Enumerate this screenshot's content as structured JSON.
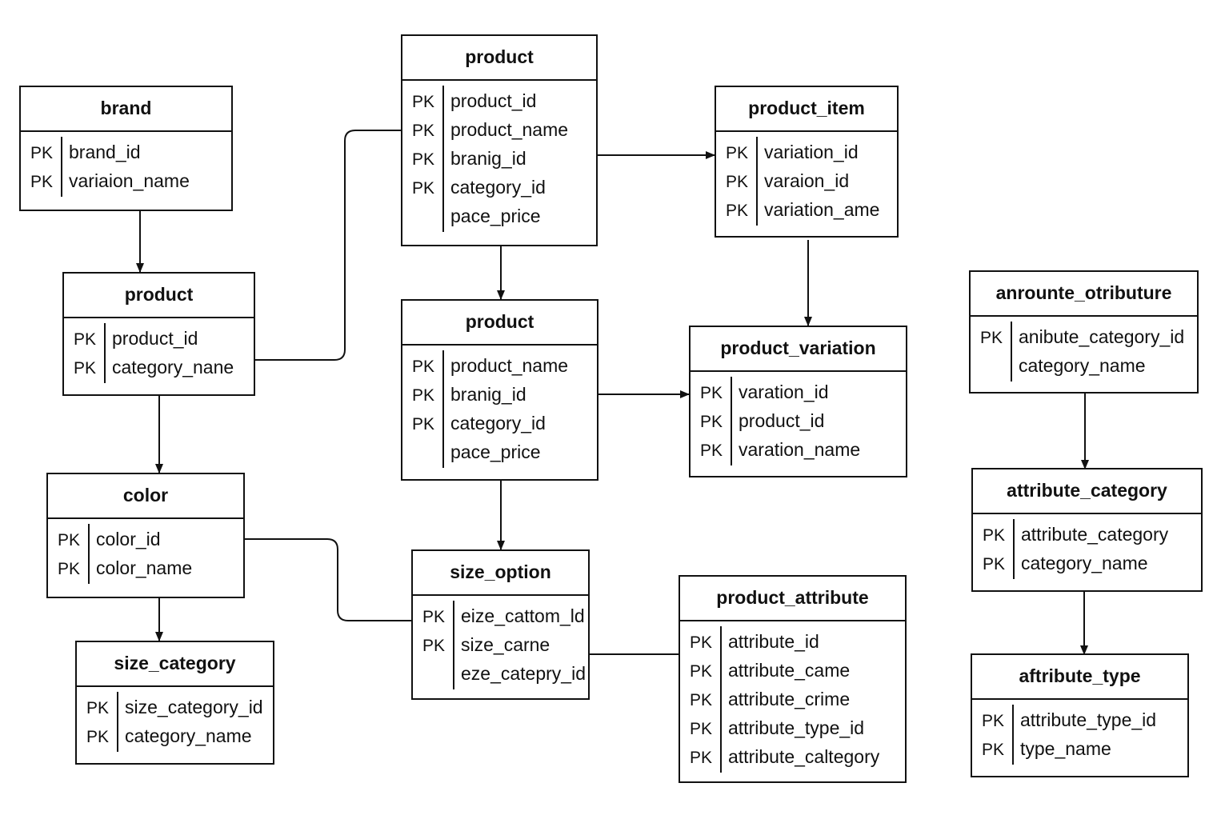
{
  "entities": {
    "brand": {
      "title": "brand",
      "fields": [
        {
          "key": "PK",
          "name": "brand_id"
        },
        {
          "key": "PK",
          "name": "variaion_name"
        }
      ]
    },
    "product_mid": {
      "title": "product",
      "fields": [
        {
          "key": "PK",
          "name": "product_id"
        },
        {
          "key": "PK",
          "name": "category_nane"
        }
      ]
    },
    "color": {
      "title": "color",
      "fields": [
        {
          "key": "PK",
          "name": "color_id"
        },
        {
          "key": "PK",
          "name": "color_name"
        }
      ]
    },
    "size_category": {
      "title": "size_category",
      "fields": [
        {
          "key": "PK",
          "name": "size_category_id"
        },
        {
          "key": "PK",
          "name": "category_name"
        }
      ]
    },
    "product_top": {
      "title": "product",
      "fields": [
        {
          "key": "PK",
          "name": "product_id"
        },
        {
          "key": "PK",
          "name": "product_name"
        },
        {
          "key": "PK",
          "name": "branig_id"
        },
        {
          "key": "PK",
          "name": "category_id"
        },
        {
          "key": "",
          "name": "pace_price"
        }
      ]
    },
    "product_center": {
      "title": "product",
      "fields": [
        {
          "key": "PK",
          "name": "product_name"
        },
        {
          "key": "PK",
          "name": "branig_id"
        },
        {
          "key": "PK",
          "name": "category_id"
        },
        {
          "key": "",
          "name": "pace_price"
        }
      ]
    },
    "size_option": {
      "title": "size_option",
      "fields": [
        {
          "key": "PK",
          "name": "eize_cattom_ld"
        },
        {
          "key": "PK",
          "name": "size_carne"
        },
        {
          "key": "",
          "name": "eze_catepry_id"
        }
      ]
    },
    "product_item": {
      "title": "product_item",
      "fields": [
        {
          "key": "PK",
          "name": "variation_id"
        },
        {
          "key": "PK",
          "name": "varaion_id"
        },
        {
          "key": "PK",
          "name": "variation_ame"
        }
      ]
    },
    "product_variation": {
      "title": "product_variation",
      "fields": [
        {
          "key": "PK",
          "name": "varation_id"
        },
        {
          "key": "PK",
          "name": "product_id"
        },
        {
          "key": "PK",
          "name": "varation_name"
        }
      ]
    },
    "product_attribute": {
      "title": "product_attribute",
      "fields": [
        {
          "key": "PK",
          "name": "attribute_id"
        },
        {
          "key": "PK",
          "name": "attribute_came"
        },
        {
          "key": "PK",
          "name": "attribute_crime"
        },
        {
          "key": "PK",
          "name": "attribute_type_id"
        },
        {
          "key": "PK",
          "name": "attribute_caltegory"
        }
      ]
    },
    "anrounte_otributure": {
      "title": "anrounte_otributure",
      "fields": [
        {
          "key": "PK",
          "name": "anibute_category_id"
        },
        {
          "key": "",
          "name": "category_name"
        }
      ]
    },
    "attribute_category": {
      "title": "attribute_category",
      "fields": [
        {
          "key": "PK",
          "name": "attribute_category"
        },
        {
          "key": "PK",
          "name": "category_name"
        }
      ]
    },
    "aftribute_type": {
      "title": "aftribute_type",
      "fields": [
        {
          "key": "PK",
          "name": "attribute_type_id"
        },
        {
          "key": "PK",
          "name": "type_name"
        }
      ]
    }
  },
  "colors": {
    "line": "#111111",
    "background": "#ffffff"
  }
}
